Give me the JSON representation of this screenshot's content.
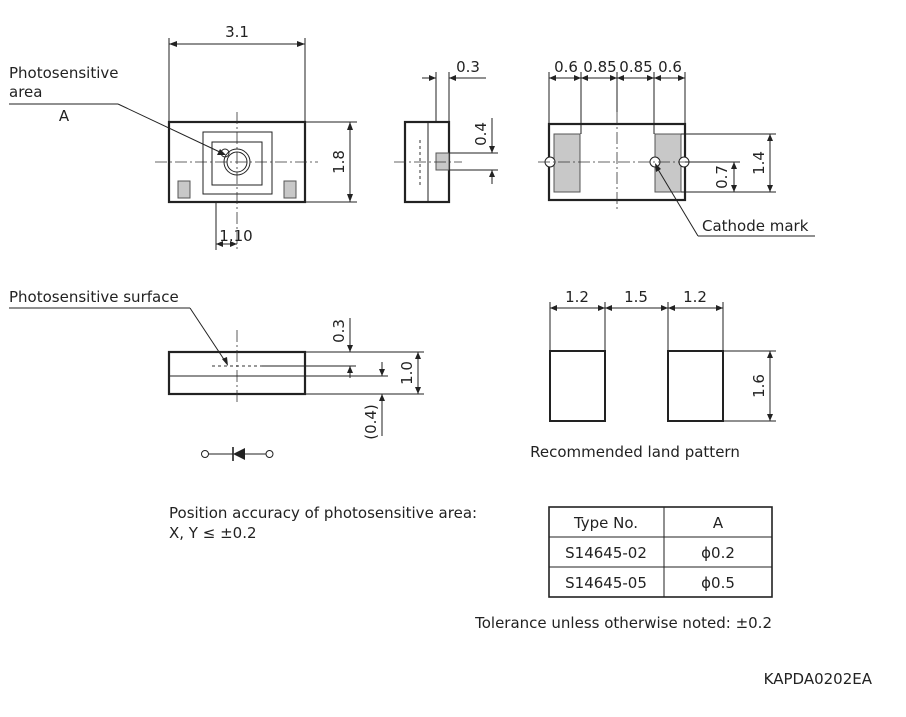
{
  "labels": {
    "photosensitive_area_line1": "Photosensitive",
    "photosensitive_area_line2": "area",
    "area_letter": "A",
    "cathode_mark": "Cathode mark",
    "photosensitive_surface": "Photosensitive surface",
    "recommended_land_pattern": "Recommended land pattern",
    "position_accuracy_line1": "Position accuracy of photosensitive area:",
    "position_accuracy_line2": "X, Y ≤ ±0.2",
    "tolerance_note": "Tolerance unless otherwise noted: ±0.2",
    "drawing_code": "KAPDA0202EA"
  },
  "dimensions": {
    "top_width": "3.1",
    "top_height": "1.8",
    "top_offset": "1.10",
    "side_pad_width": "0.3",
    "side_pad_height": "0.4",
    "bottom_seg1": "0.6",
    "bottom_seg2": "0.85",
    "bottom_seg3": "0.85",
    "bottom_seg4": "0.6",
    "bottom_pad_height": "0.7",
    "bottom_height": "1.4",
    "front_surface_depth": "0.3",
    "front_height": "1.0",
    "front_bottom": "(0.4)",
    "land_width_left": "1.2",
    "land_gap": "1.5",
    "land_width_right": "1.2",
    "land_height": "1.6"
  },
  "table": {
    "headers": [
      "Type No.",
      "A"
    ],
    "rows": [
      [
        "S14645-02",
        "ϕ0.2"
      ],
      [
        "S14645-05",
        "ϕ0.5"
      ]
    ]
  }
}
